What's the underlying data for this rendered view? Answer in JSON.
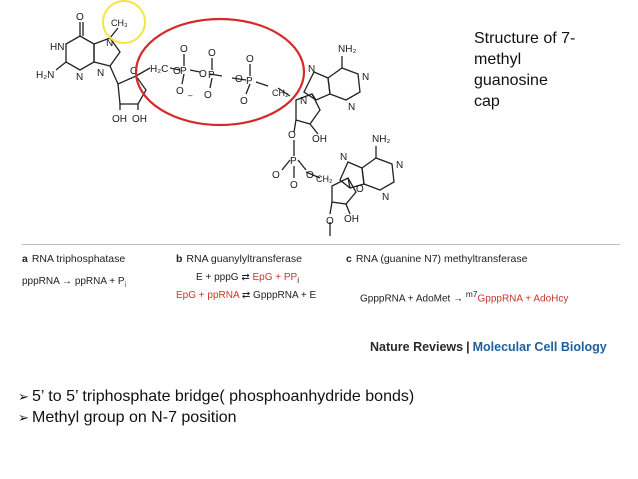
{
  "caption": {
    "lines": [
      "Structure of 7-",
      "methyl",
      "guanosine",
      "cap"
    ]
  },
  "structure": {
    "guanine_labels": [
      "O",
      "HN",
      "H₂N",
      "N",
      "N",
      "N",
      "CH₃"
    ],
    "adenine_labels": [
      "NH₂",
      "N",
      "N",
      "N",
      "N"
    ],
    "ribose_labels": [
      "O",
      "OH",
      "OH",
      "O",
      "OH"
    ],
    "phosphate_labels": [
      "H₂C",
      "O",
      "P",
      "O",
      "O",
      "O",
      "P",
      "O",
      "O",
      "O",
      "P",
      "O",
      "O",
      "CH₂"
    ],
    "linker_labels": [
      "O",
      "P",
      "O",
      "O",
      "O",
      "CH₂",
      "O",
      "OH",
      "O"
    ],
    "ring_o": "O",
    "charge_minus": "–"
  },
  "reactions": {
    "a": {
      "letter": "a",
      "enzyme": "RNA triphosphatase",
      "line1_left": "pppRNA",
      "line1_right": "ppRNA + P",
      "sub": "i"
    },
    "b": {
      "letter": "b",
      "enzyme": "RNA guanylyltransferase",
      "line1_left": "E + pppG",
      "line1_right": "EpG + PP",
      "sub": "i",
      "line2_left": "EpG + ppRNA",
      "line2_right": "GpppRNA + E"
    },
    "c": {
      "letter": "c",
      "enzyme": "RNA (guanine N7) methyltransferase",
      "left": "GpppRNA + AdoMet",
      "sup": "m7",
      "right": "GpppRNA + AdoHcy"
    }
  },
  "credit": {
    "publisher": "Nature Reviews",
    "separator": "|",
    "journal": "Molecular Cell Biology"
  },
  "bullets": [
    "5’ to 5’ triphosphate bridge( phosphoanhydride bonds)",
    "Methyl group on N-7 position"
  ],
  "colors": {
    "highlight_yellow": "#f2e640",
    "highlight_red": "#d42a2a",
    "text": "#1a1a1a",
    "journal_blue": "#1f5e9c",
    "product_red": "#c8372d",
    "pi_green": "#3a9a3a"
  },
  "icons": {
    "bullet": "arrowhead-bullet-icon"
  }
}
